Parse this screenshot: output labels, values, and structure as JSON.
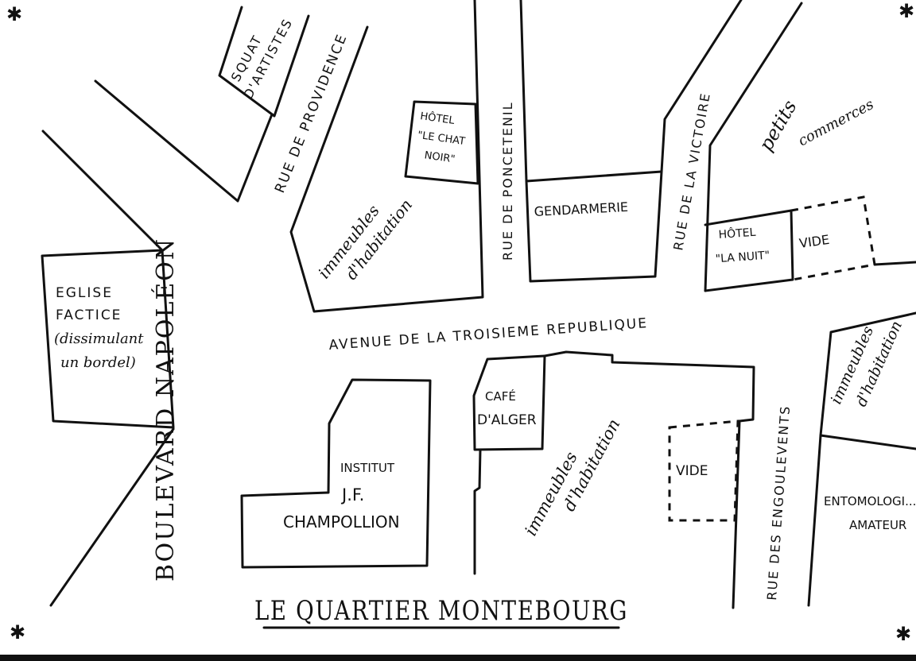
{
  "title": "LE QUARTIER MONTEBOURG",
  "streets": {
    "boulevard": "BOULEVARD NAPOLÉON",
    "providence": "RUE DE PROVIDENCE",
    "poncetenil": "RUE DE PONCETENIL",
    "victoire": "RUE DE LA VICTOIRE",
    "avenue": "AVENUE DE LA TROISIEME REPUBLIQUE",
    "engoulevents": "RUE DES ENGOULEVENTS"
  },
  "places": {
    "squat_line1": "SQUAT",
    "squat_line2": "D'ARTISTES",
    "hotel_chat_line1": "HÔTEL",
    "hotel_chat_line2": "\"LE CHAT",
    "hotel_chat_line3": "NOIR\"",
    "gendarmerie": "GENDARMERIE",
    "hotel_nuit_line1": "HÔTEL",
    "hotel_nuit_line2": "\"LA NUIT\"",
    "vide_top": "VIDE",
    "petits": "petits",
    "commerces": "commerces",
    "eglise_line1": "EGLISE",
    "eglise_line2": "FACTICE",
    "eglise_line3": "(dissimulant",
    "eglise_line4": "un bordel)",
    "imm1_line1": "immeubles",
    "imm1_line2": "d'habitation",
    "imm_right_line1": "immeubles",
    "imm_right_line2": "d'habitation",
    "cafe_line1": "CAFÉ",
    "cafe_line2": "D'ALGER",
    "institut_line1": "INSTITUT",
    "institut_line2": "J.F.",
    "institut_line3": "CHAMPOLLION",
    "imm2_line1": "immeubles",
    "imm2_line2": "d'habitation",
    "vide_bottom": "VIDE",
    "ento_line1": "ENTOMOLOGI...",
    "ento_line2": "AMATEUR"
  },
  "decor": {
    "star": "✱"
  }
}
